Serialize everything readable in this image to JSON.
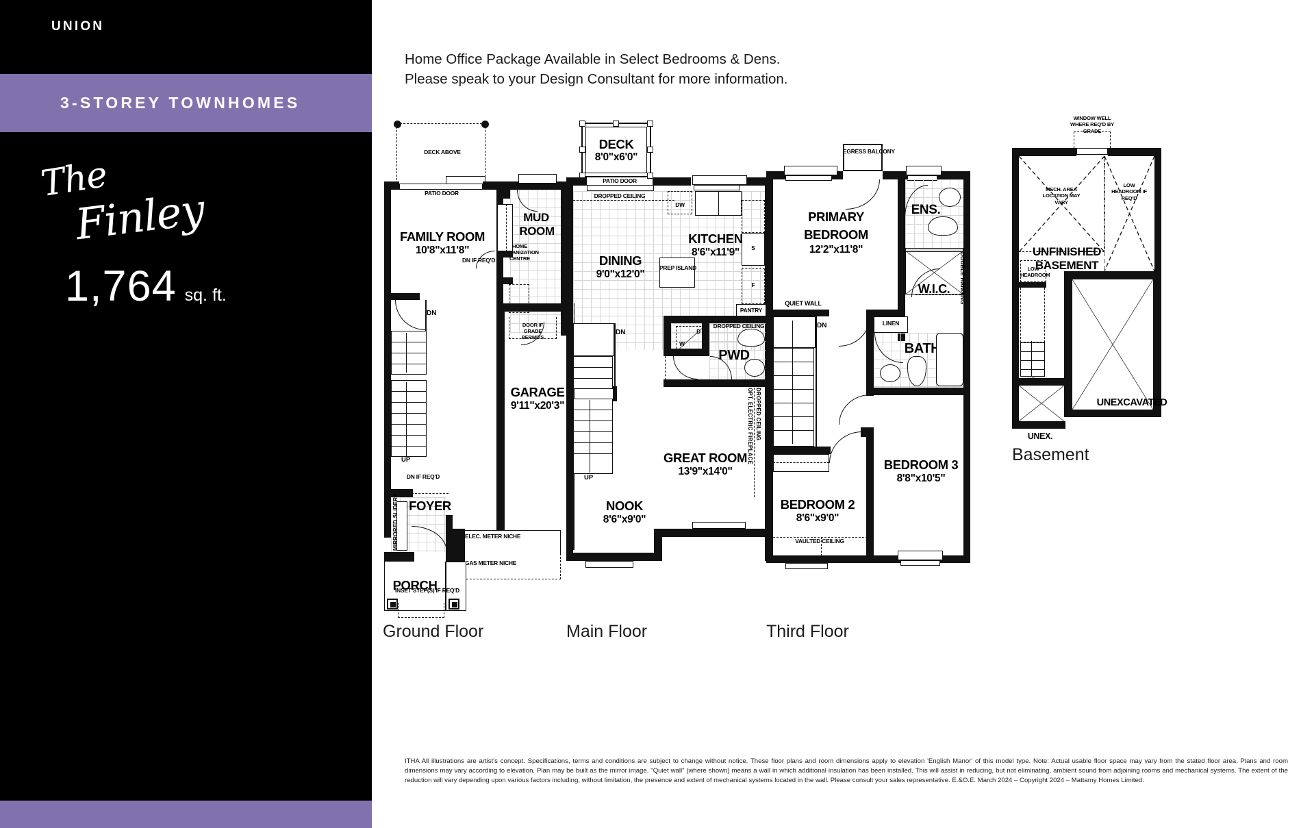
{
  "sidebar": {
    "community": "UNION",
    "product_type": "3-STOREY TOWNHOMES",
    "model_line1": "The",
    "model_line2": "Finley",
    "sqft_number": "1,764",
    "sqft_unit": "sq. ft.",
    "accent_color": "#8073ad",
    "background_color": "#000000"
  },
  "note": {
    "line1": "Home Office Package Available in Select Bedrooms & Dens.",
    "line2": "Please speak to your Design Consultant for more information."
  },
  "captions": {
    "ground": "Ground Floor",
    "main": "Main Floor",
    "third": "Third Floor",
    "basement": "Basement"
  },
  "ground_floor": {
    "rooms": [
      {
        "name": "FAMILY ROOM",
        "dim": "10'8\"x11'8\""
      },
      {
        "name": "MUD",
        "name2": "ROOM",
        "dim": ""
      },
      {
        "name": "GARAGE",
        "dim": "9'11\"x20'3\""
      },
      {
        "name": "FOYER",
        "dim": ""
      },
      {
        "name": "PORCH",
        "dim": ""
      }
    ],
    "annotations": [
      "DECK ABOVE",
      "PATIO DOOR",
      "HOME ORGANIZATION CENTRE",
      "DN IF REQ'D",
      "DOOR IF GRADE PERMITS",
      "UP",
      "DN",
      "MIRRORED SLIDERS",
      "ELEC. METER NICHE",
      "GAS METER NICHE",
      "INSET STEP(S) IF REQ'D"
    ]
  },
  "main_floor": {
    "rooms": [
      {
        "name": "DECK",
        "dim": "8'0\"x6'0\""
      },
      {
        "name": "KITCHEN",
        "dim": "8'6\"x11'9\""
      },
      {
        "name": "DINING",
        "dim": "9'0\"x12'0\""
      },
      {
        "name": "GREAT ROOM",
        "dim": "13'9\"x14'0\""
      },
      {
        "name": "NOOK",
        "dim": "8'6\"x9'0\""
      },
      {
        "name": "PWD",
        "dim": ""
      }
    ],
    "annotations": [
      "PATIO DOOR",
      "DROPPED CEILING",
      "DW",
      "PREP ISLAND",
      "S",
      "F",
      "PANTRY",
      "D",
      "W",
      "DN",
      "UP",
      "OPT. ELECTRIC FIREPLACE",
      "DROPPED CEILING"
    ]
  },
  "third_floor": {
    "rooms": [
      {
        "name": "PRIMARY",
        "name2": "BEDROOM",
        "dim": "12'2\"x11'8\""
      },
      {
        "name": "ENS.",
        "dim": ""
      },
      {
        "name": "W.I.C.",
        "dim": ""
      },
      {
        "name": "BATH",
        "dim": ""
      },
      {
        "name": "BEDROOM 2",
        "dim": "8'6\"x9'0\""
      },
      {
        "name": "BEDROOM 3",
        "dim": "8'8\"x10'5\""
      }
    ],
    "annotations": [
      "EGRESS BALCONY",
      "QUIET WALL",
      "DN",
      "LINEN",
      "DOUBLE HANGING",
      "VAULTED CEILING"
    ]
  },
  "basement": {
    "rooms": [
      {
        "name": "UNFINISHED",
        "name2": "BASEMENT",
        "dim": ""
      },
      {
        "name": "UNEXCAVATED",
        "dim": ""
      },
      {
        "name": "UNEX.",
        "dim": ""
      }
    ],
    "annotations": [
      "WINDOW WELL WHERE REQ'D BY GRADE",
      "MECH. AREA LOCATION MAY VARY",
      "LOW HEADROOM IF REQ'D",
      "LOW HEADROOM",
      "UP"
    ]
  },
  "footer": {
    "text": "ITHA All illustrations are artist's concept. Specifications, terms and conditions are subject to change without notice. These floor plans and room dimensions apply to elevation 'English Manor' of this model type. Note: Actual usable floor space may vary from the stated floor area. Plans and room dimensions may vary according to elevation. Plan may be built as the mirror image. \"Quiet wall\" (where shown) means a wall in which additional insulation has been installed. This will assist in reducing, but not eliminating, ambient sound from adjoining rooms and mechanical systems. The extent of the reduction will vary depending upon various factors including, without limitation, the presence and extent of mechanical systems located in the wall. Please consult your sales representative. E.&O.E. March 2024 – Copyright 2024 – Mattamy Homes Limited."
  }
}
